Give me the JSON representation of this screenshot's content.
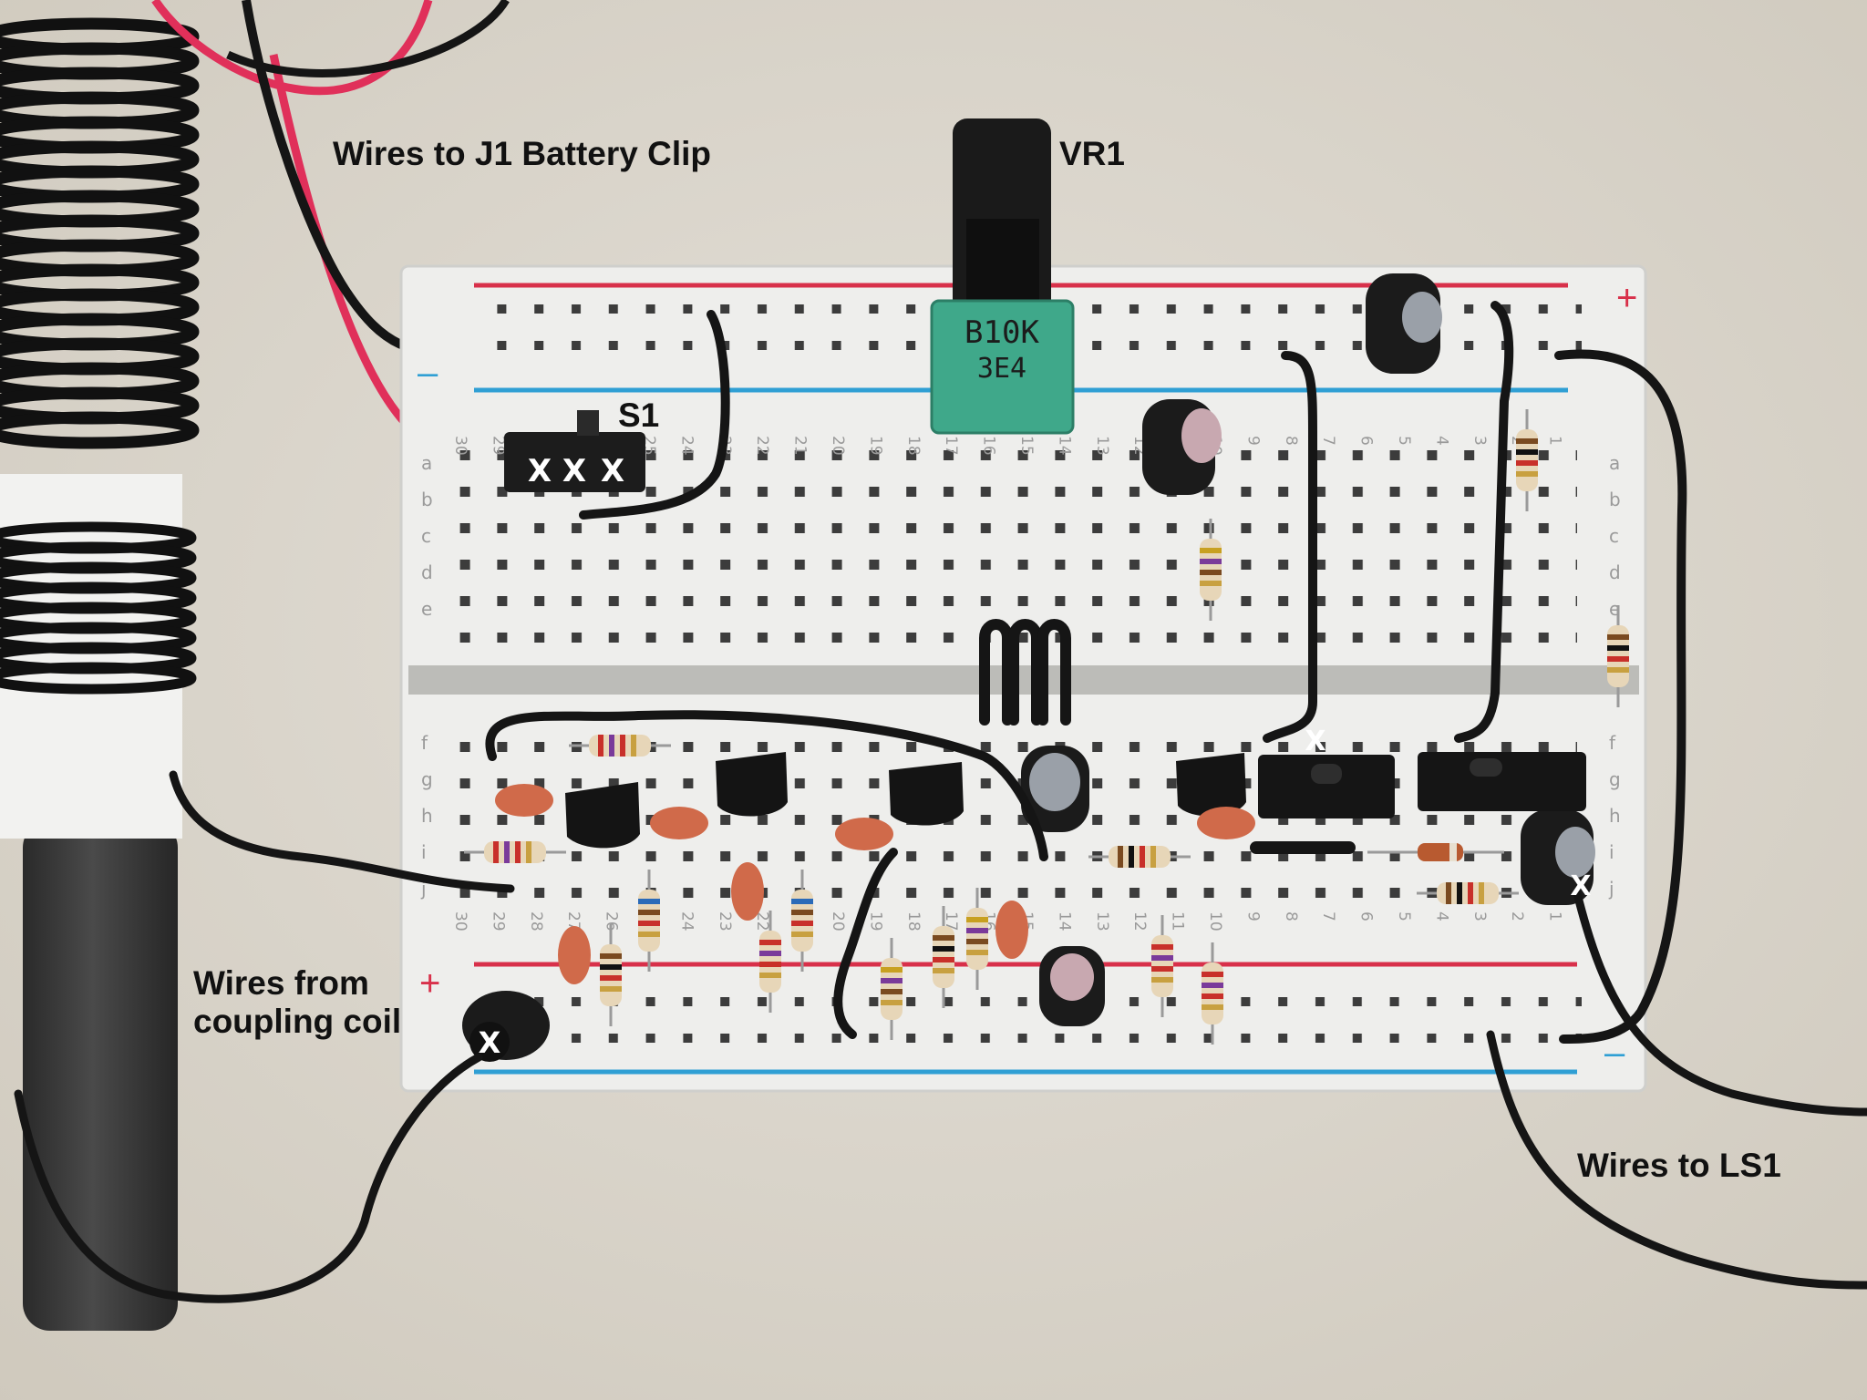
{
  "annotations": {
    "battery_wires": "Wires to J1 Battery Clip",
    "vr1": "VR1",
    "s1": "S1",
    "coupling_coil_line1": "Wires from",
    "coupling_coil_line2": "coupling coil",
    "ls1": "Wires to LS1"
  },
  "pot_marking": {
    "line1": "B10K",
    "line2": "3E4"
  },
  "rail_symbols": {
    "plus": "+",
    "minus": "–"
  },
  "row_labels_top": [
    "a",
    "b",
    "c",
    "d",
    "e"
  ],
  "row_labels_bottom": [
    "f",
    "g",
    "h",
    "i",
    "j"
  ],
  "column_numbers": [
    "30",
    "29",
    "28",
    "27",
    "26",
    "25",
    "24",
    "23",
    "22",
    "21",
    "20",
    "19",
    "18",
    "17",
    "16",
    "15",
    "14",
    "13",
    "12",
    "11",
    "10",
    "9",
    "8",
    "7",
    "6",
    "5",
    "4",
    "3",
    "2",
    "1"
  ],
  "mark_symbol": "X",
  "colors": {
    "background": "#d9d4ca",
    "board": "#eeeeec",
    "rail_red": "#d8304a",
    "rail_blue": "#2f9fd4",
    "pot_body": "#3fa88a",
    "wire_red": "#e0305a",
    "wire_black": "#151515"
  }
}
